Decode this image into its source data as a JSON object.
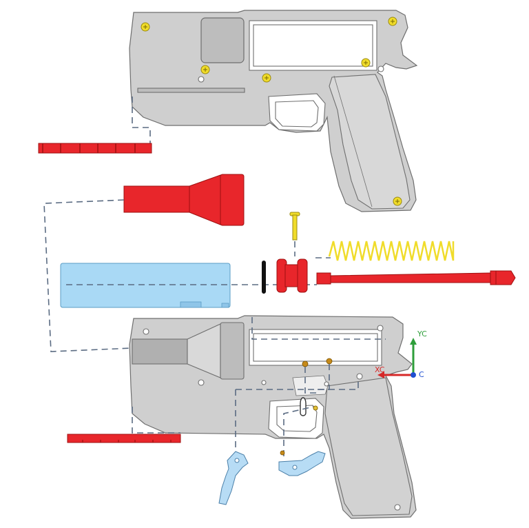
{
  "axis_triad": {
    "yc_label": "YC",
    "xc_label": "XC",
    "c_label": "C",
    "y_color": "#2e9e3a",
    "x_color": "#d62828",
    "c_color": "#1f4fd1"
  },
  "colors": {
    "body": "#cfcfcf",
    "body_edge": "#6e6e6e",
    "red_part": "#e8262b",
    "red_edge": "#9e1010",
    "blue_part": "#a9d9f5",
    "blue_edge": "#5a9cc4",
    "yellow_part": "#f0dc2a",
    "yellow_edge": "#9a8a10",
    "light_blue_part": "#b7dcf5",
    "dash_line": "#5a6b82",
    "pin": "#c68a1a"
  }
}
